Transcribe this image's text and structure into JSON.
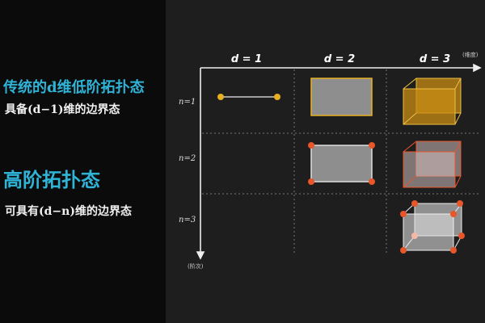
{
  "left_text": {
    "heading1": "传统的d维低阶拓扑态",
    "sub1": "具备(d−1)维的边界态",
    "heading2": "高阶拓扑态",
    "sub2": "可具有(d−n)维的边界态"
  },
  "diagram": {
    "columns": [
      "d = 1",
      "d = 2",
      "d = 3"
    ],
    "rows": [
      "n=1",
      "n=2",
      "n=3"
    ],
    "x_axis_label": "(维度)",
    "y_axis_label": "(阶次)"
  },
  "colors": {
    "heading": "#2fb3d6",
    "gold": "#e8b020",
    "red": "#e8562a"
  }
}
